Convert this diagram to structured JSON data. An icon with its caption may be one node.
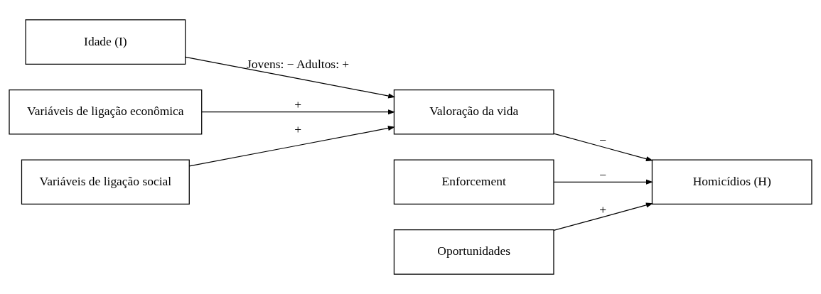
{
  "diagram": {
    "nodes": [
      {
        "text": [
          "Idade (I)"
        ]
      },
      {
        "text": [
          "Variáveis de ligação econômica"
        ]
      },
      {
        "text": [
          "Variáveis de ligação social"
        ]
      },
      {
        "text": [
          "Enforcement"
        ]
      },
      {
        "text": [
          "Valoração da vida"
        ]
      },
      {
        "text": [
          "Oportunidades"
        ]
      },
      {
        "text": [
          "Homicídios (H)"
        ]
      }
    ],
    "edges": [
      {
        "from": 0,
        "to": 4,
        "arrow": "to",
        "label": "Jovens: − Adultos: +"
      },
      {
        "from": 1,
        "to": 4,
        "arrow": "to",
        "label": "+"
      },
      {
        "from": 2,
        "to": 4,
        "arrow": "to",
        "label": "+"
      },
      {
        "from": 3,
        "to": 6,
        "arrow": "to",
        "label": "−"
      },
      {
        "from": 4,
        "to": 6,
        "arrow": "to",
        "label": "−"
      },
      {
        "from": 5,
        "to": 6,
        "arrow": "to",
        "label": "+"
      }
    ]
  }
}
